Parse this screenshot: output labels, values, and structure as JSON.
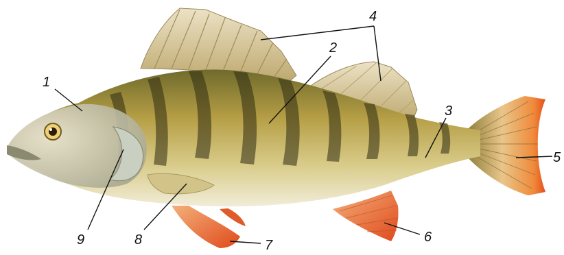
{
  "diagram": {
    "subject": "perch fish anatomy",
    "labels": [
      {
        "id": "1",
        "text": "1"
      },
      {
        "id": "2",
        "text": "2"
      },
      {
        "id": "3",
        "text": "3"
      },
      {
        "id": "4",
        "text": "4"
      },
      {
        "id": "5",
        "text": "5"
      },
      {
        "id": "6",
        "text": "6"
      },
      {
        "id": "7",
        "text": "7"
      },
      {
        "id": "8",
        "text": "8"
      },
      {
        "id": "9",
        "text": "9"
      }
    ]
  },
  "colors": {
    "body": "#b9a04a",
    "belly": "#efe8cf",
    "stripe": "#2f2c12",
    "fin_light": "#d7c9a0",
    "fin_red": "#e8521e",
    "tail_orange": "#f07a28"
  }
}
